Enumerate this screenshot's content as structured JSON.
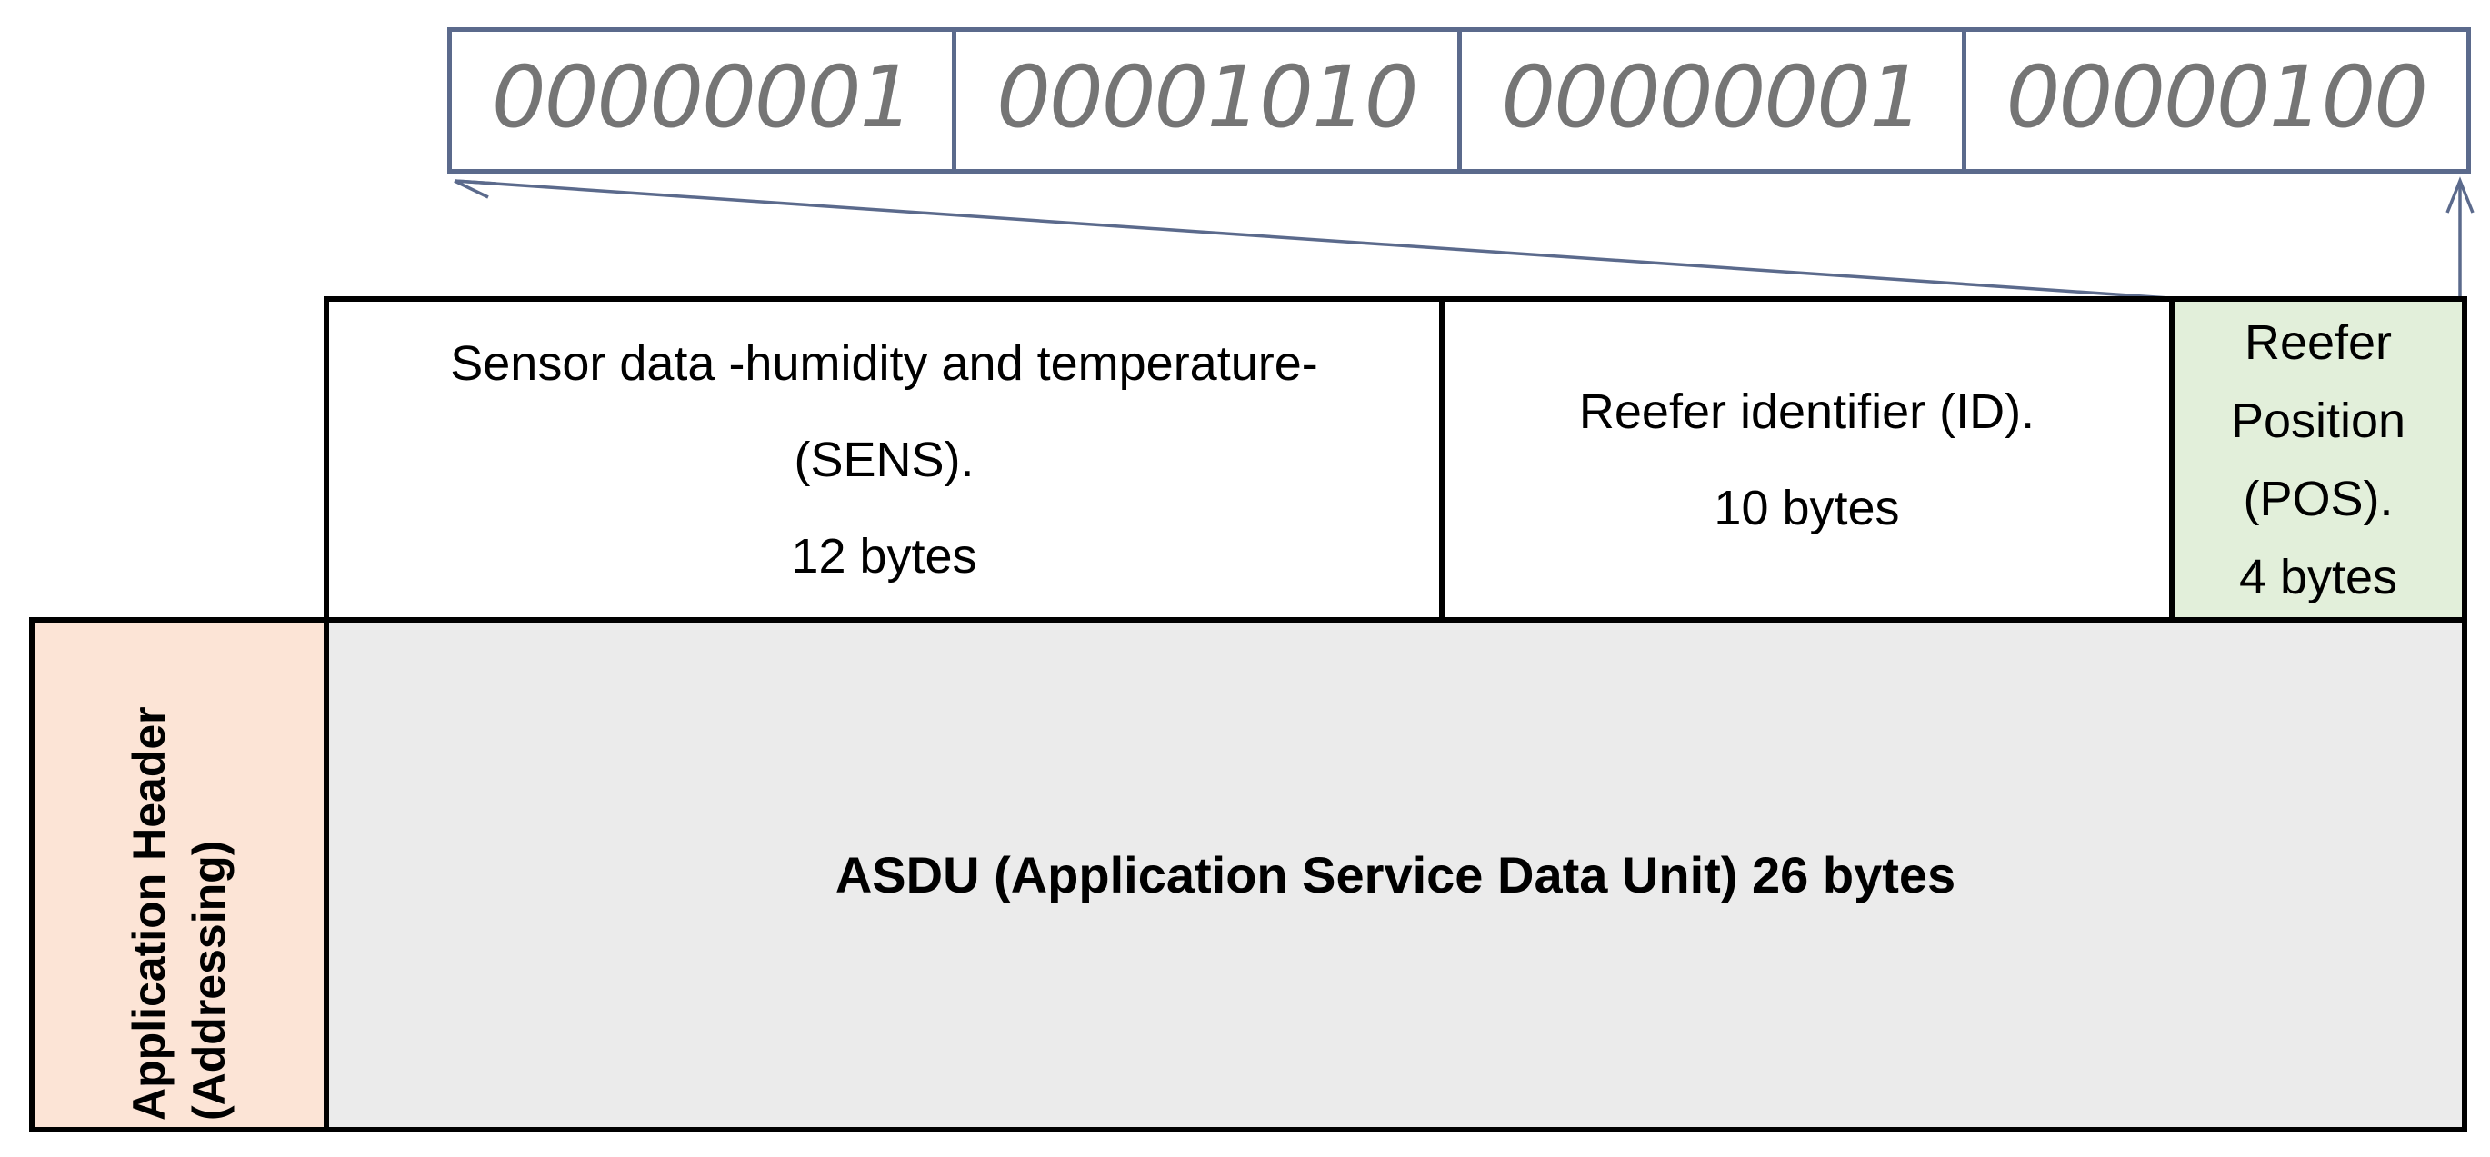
{
  "binary_row": {
    "cells": [
      "00000001",
      "00001010",
      "00000001",
      "00000100"
    ]
  },
  "fields": {
    "sens": {
      "lines": [
        "Sensor data -humidity and temperature-",
        "(SENS).",
        "12 bytes"
      ]
    },
    "id": {
      "lines": [
        "Reefer identifier (ID).",
        "10 bytes"
      ]
    },
    "pos": {
      "lines": [
        "Reefer",
        "Position",
        "(POS).",
        "4 bytes"
      ]
    }
  },
  "application_header": {
    "lines": [
      "Application Header",
      "(Addressing)"
    ]
  },
  "asdu": {
    "label": "ASDU (Application Service Data Unit) 26 bytes"
  },
  "colors": {
    "pos_bg": "#e2efda",
    "application_header_bg": "#fce4d6",
    "asdu_bg": "#ebebeb",
    "table_border": "#000000",
    "binary_box_border": "#5b6a8c",
    "binary_text": "#757575",
    "callout_line": "#5b6a8c"
  }
}
